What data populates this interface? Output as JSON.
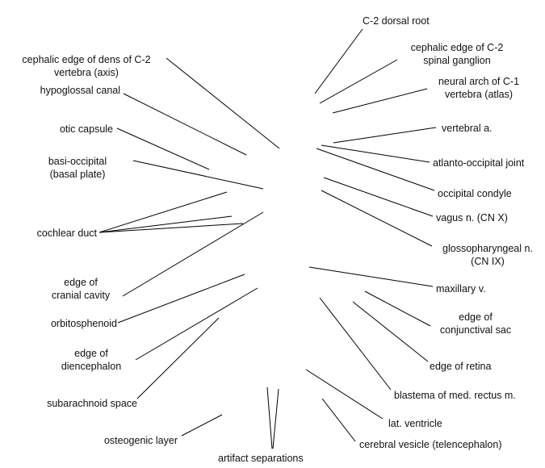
{
  "labels": {
    "c2_dorsal_root": [
      "C-2 dorsal root"
    ],
    "cephalic_edge_c2_ganglion": [
      "cephalic edge of C-2",
      "spinal ganglion"
    ],
    "neural_arch_c1": [
      "neural arch of C-1",
      "vertebra (atlas)"
    ],
    "vertebral_a": [
      "vertebral a."
    ],
    "atlanto_occipital_joint": [
      "atlanto-occipital joint"
    ],
    "occipital_condyle": [
      "occipital condyle"
    ],
    "vagus_n": [
      "vagus n. (CN X)"
    ],
    "glossopharyngeal_n": [
      "glossopharyngeal n.",
      "(CN IX)"
    ],
    "maxillary_v": [
      "maxillary v."
    ],
    "conjunctival_sac": [
      "edge of",
      "conjunctival sac"
    ],
    "edge_of_retina": [
      "edge of retina"
    ],
    "blastema_med_rectus": [
      "blastema of med. rectus m."
    ],
    "lat_ventricle": [
      "lat. ventricle"
    ],
    "cerebral_vesicle": [
      "cerebral vesicle (telencephalon)"
    ],
    "artifact_separations": [
      "artifact separations"
    ],
    "osteogenic_layer": [
      "osteogenic layer"
    ],
    "subarachnoid_space": [
      "subarachnoid space"
    ],
    "edge_of_diencephalon": [
      "edge of",
      "diencephalon"
    ],
    "orbitosphenoid": [
      "orbitosphenoid"
    ],
    "edge_of_cranial_cavity": [
      "edge of",
      "cranial cavity"
    ],
    "cochlear_duct": [
      "cochlear duct"
    ],
    "basi_occipital": [
      "basi-occipital",
      "(basal plate)"
    ],
    "otic_capsule": [
      "otic capsule"
    ],
    "hypoglossal_canal": [
      "hypoglossal canal"
    ],
    "cephalic_edge_dens_c2": [
      "cephalic edge of dens of C-2",
      "vertebra (axis)"
    ]
  },
  "colors": {
    "line": "#000000",
    "text": "#111111",
    "background": "#ffffff"
  }
}
